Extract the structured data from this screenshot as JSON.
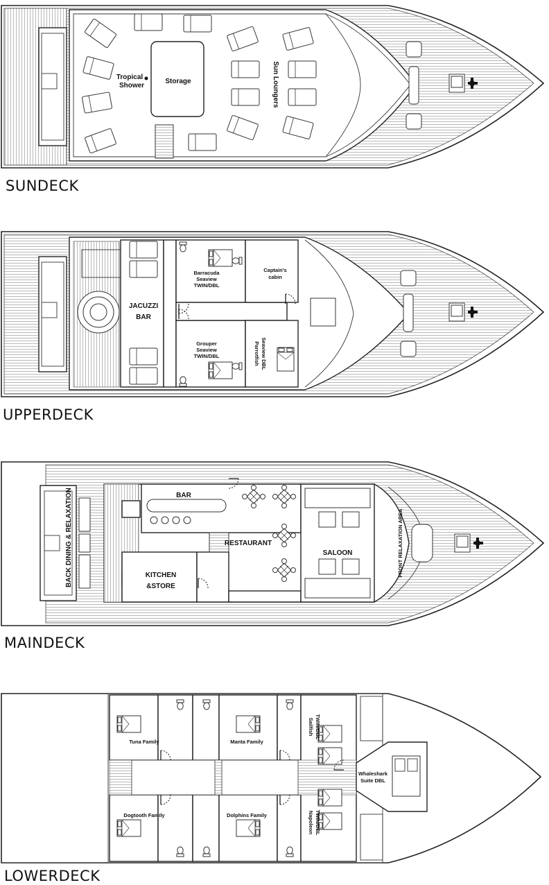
{
  "decks": [
    {
      "key": "sundeck",
      "title": "SUNDECK",
      "labels": {
        "shower_1": "Tropical",
        "shower_2": "Shower",
        "storage": "Storage",
        "loungers": "Sun Loungers"
      }
    },
    {
      "key": "upperdeck",
      "title": "UPPERDECK",
      "labels": {
        "jacuzzi": "JACUZZI",
        "bar": "BAR",
        "barracuda_1": "Barracuda",
        "barracuda_2": "Seaview",
        "barracuda_3": "TWIN/DBL",
        "captain_1": "Captain's",
        "captain_2": "cabin",
        "grouper_1": "Grouper",
        "grouper_2": "Seaview",
        "grouper_3": "TWIN/DBL",
        "parrotfish_1": "Parrotfish",
        "parrotfish_2": "Seaview DBL"
      }
    },
    {
      "key": "maindeck",
      "title": "MAINDECK",
      "labels": {
        "back": "BACK DINING & RELAXATION",
        "bar": "BAR",
        "restaurant": "RESTAURANT",
        "saloon": "SALOON",
        "kitchen_1": "KITCHEN",
        "kitchen_2": "&STORE",
        "front": "FRONT RELAXATION AREA"
      }
    },
    {
      "key": "lowerdeck",
      "title": "LOWERDECK",
      "labels": {
        "tuna": "Tuna Family",
        "manta": "Manta Family",
        "sailfish_1": "Sailfish",
        "sailfish_2": "TWIN/DBL",
        "whaleshark_1": "Whaleshark",
        "whaleshark_2": "Suite DBL",
        "dogtooth": "Dogtooth Family",
        "dolphins": "Dolphins Family",
        "napoleon_1": "Napoleon",
        "napoleon_2": "TWIN/DBL"
      }
    }
  ],
  "icons": [
    "helm-icon",
    "toilet-icon",
    "door-swing-icon",
    "bed-icon",
    "sun-lounger-icon",
    "table-chairs-icon",
    "stairs-icon",
    "jacuzzi-icon"
  ]
}
